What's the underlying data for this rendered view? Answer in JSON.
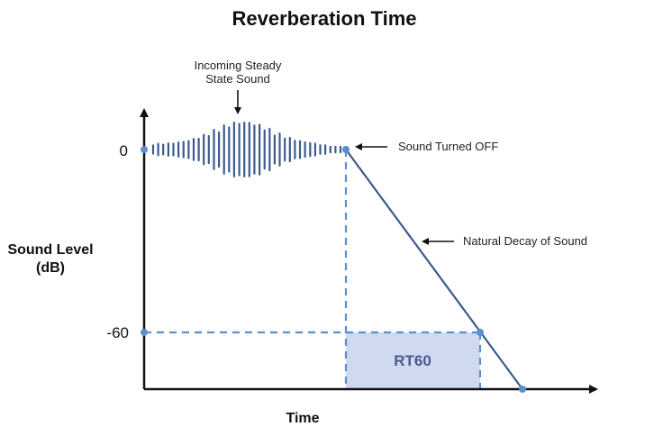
{
  "diagram": {
    "title": "Reverberation Time",
    "x_axis_label": "Time",
    "y_axis_label": [
      "Sound Level",
      "(dB)"
    ],
    "y_ticks": [
      "0",
      "-60"
    ],
    "annotations": {
      "incoming": [
        "Incoming Steady",
        "State Sound"
      ],
      "turned_off": "Sound Turned OFF",
      "decay": "Natural Decay of Sound",
      "rt60": "RT60"
    },
    "colors": {
      "waveform": "#3d5a8f",
      "decay_line": "#3d5a8f",
      "dashed_guides": "#5b8fd0",
      "rt60_fill": "#cfd9ef",
      "axes": "#111111"
    }
  }
}
